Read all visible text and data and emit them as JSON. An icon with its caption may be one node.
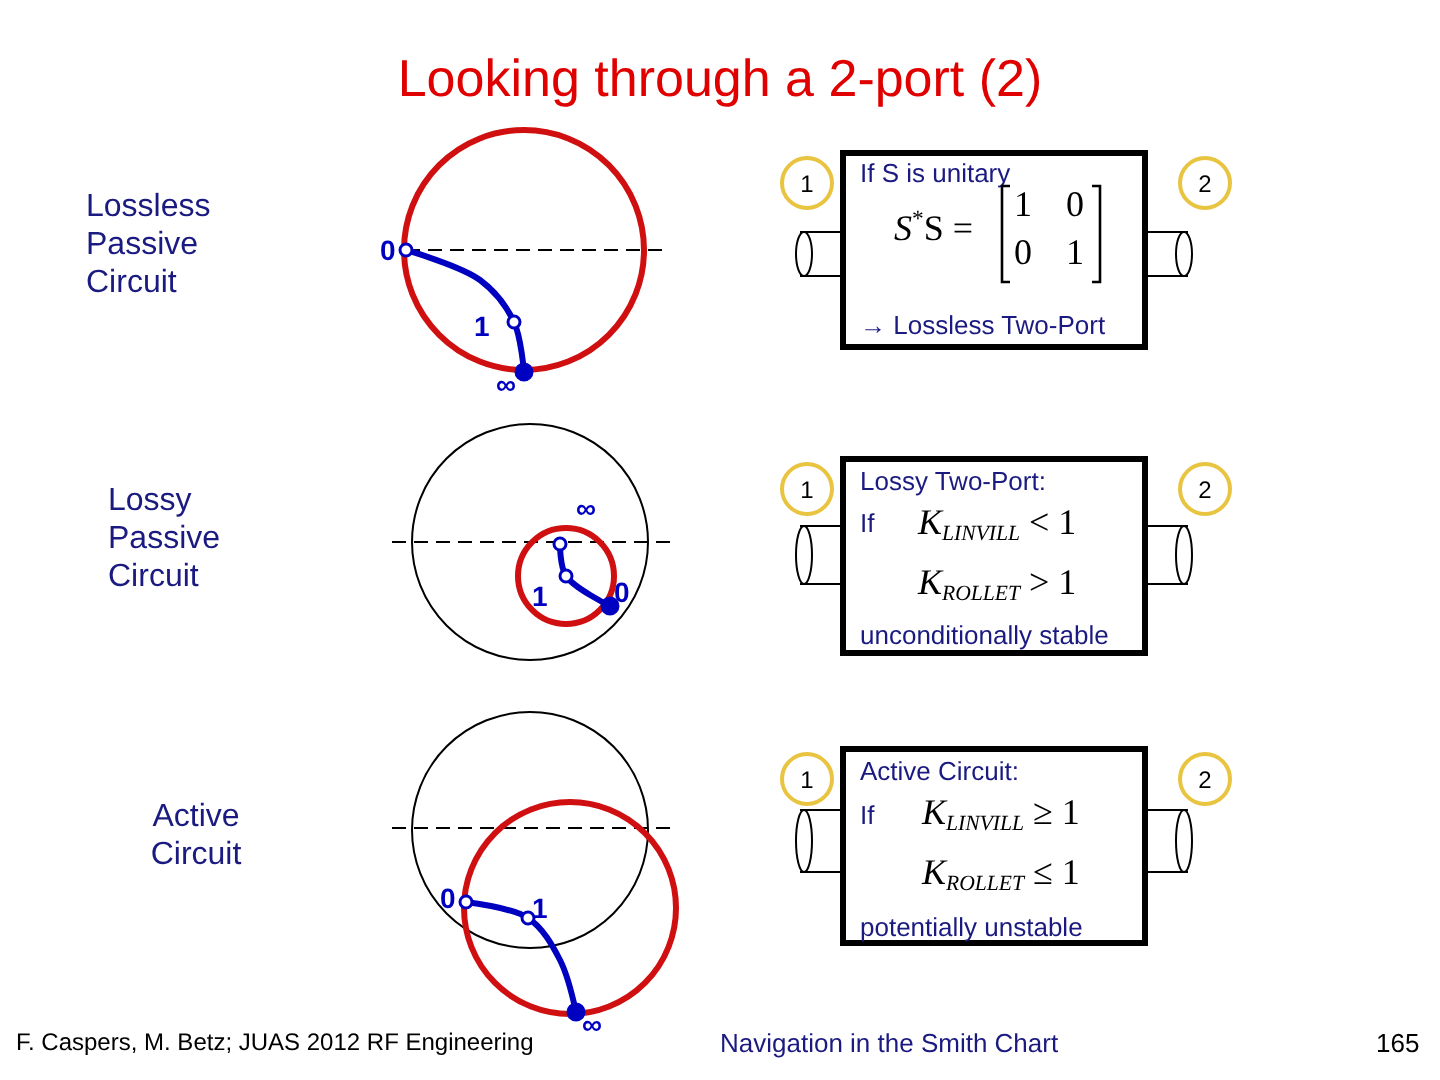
{
  "diagram": {
    "title": "Looking through a 2-port (2)",
    "nodes": [
      {
        "text": [
          "1"
        ]
      },
      {
        "text": [
          "If S is unitary",
          "S$^{*}$S =",
          "1",
          "0",
          "0",
          "1",
          "→ Lossless Two-Port"
        ]
      },
      {
        "text": [
          "2"
        ]
      },
      {
        "text": [
          "1"
        ]
      },
      {
        "text": [
          "Lossy Two-Port:",
          "If",
          "K$_{LINVILL}$ < 1",
          "K$_{ROLLET}$ > 1",
          "unconditionally stable"
        ]
      },
      {
        "text": [
          "2"
        ]
      },
      {
        "text": [
          "1"
        ]
      },
      {
        "text": [
          "Active Circuit:",
          "If",
          "K$_{LINVILL}$ ≥ 1",
          "K$_{ROLLET}$ ≤ 1",
          "potentially unstable"
        ]
      },
      {
        "text": [
          "2"
        ]
      }
    ],
    "labels": [
      "Lossless Passive Circuit",
      "0",
      "1",
      "∞",
      "Lossy Passive Circuit",
      "∞",
      "1",
      "0",
      "Active Circuit",
      "0",
      "1",
      "∞",
      "F. Caspers, M. Betz; JUAS 2012 RF Engineering",
      "Navigation in the Smith Chart",
      "165"
    ]
  }
}
